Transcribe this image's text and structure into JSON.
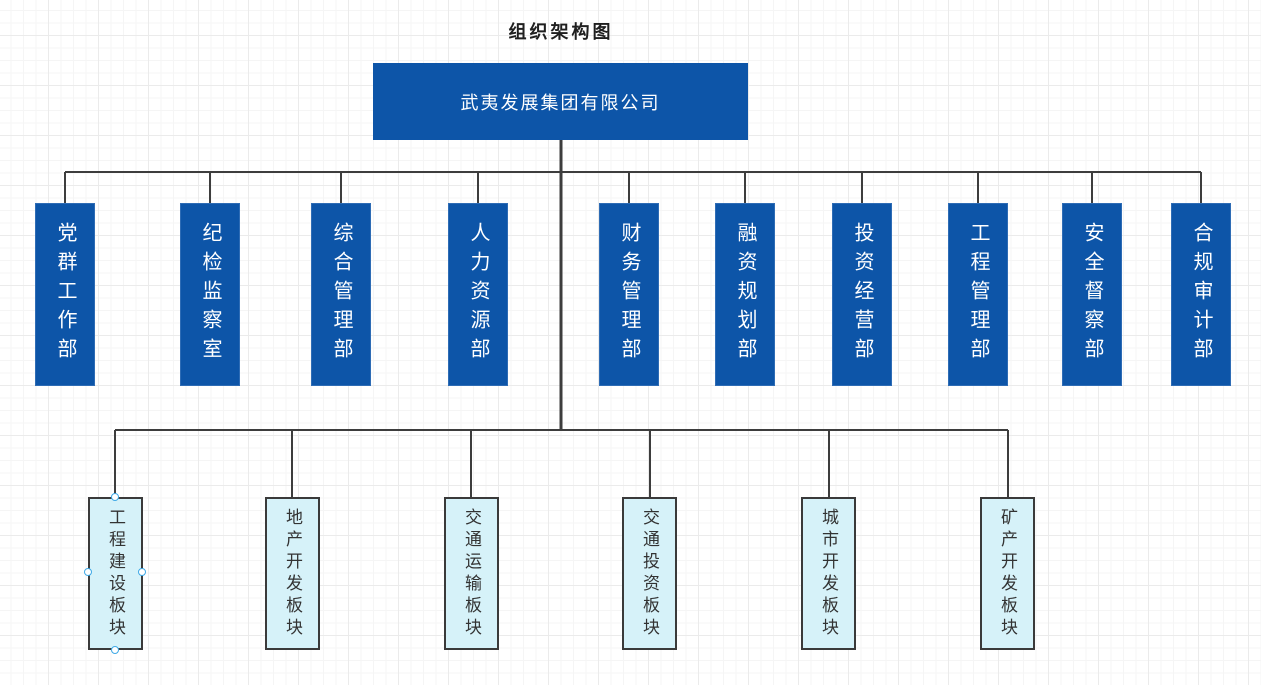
{
  "title": "组织架构图",
  "root": {
    "label": "武夷发展集团有限公司"
  },
  "departments": [
    "党群工作部",
    "纪检监察室",
    "综合管理部",
    "人力资源部",
    "财务管理部",
    "融资规划部",
    "投资经营部",
    "工程管理部",
    "安全督察部",
    "合规审计部"
  ],
  "sectors": [
    "工程建设板块",
    "地产开发板块",
    "交通运输板块",
    "交通投资板块",
    "城市开发板块",
    "矿产开发板块"
  ],
  "selection": {
    "selected_node": "工程建设板块"
  },
  "colors": {
    "node_blue": "#0d55a8",
    "node_blue_border": "#2e6cb5",
    "sector_fill": "#d6f2f9",
    "sector_border": "#3a3a3a",
    "connector": "#3d3d3d",
    "selection_handle": "#3fa9e6"
  }
}
